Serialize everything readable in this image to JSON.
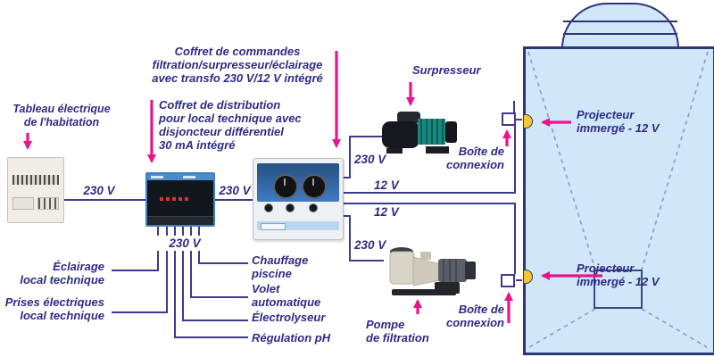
{
  "colors": {
    "text": "#2f2a85",
    "accent_pink": "#e9148d",
    "wire": "#3d3a8f",
    "pool_fill": "#cfe7f8",
    "pool_border": "#2f3577",
    "dashed_line": "#8d99c4",
    "light_yellow": "#f6c62e"
  },
  "source_panel": {
    "label": "Tableau électrique\nde l'habitation"
  },
  "command_box": {
    "label": "Coffret de commandes\nfiltration/surpresseur/éclairage\navec transfo 230 V/12 V intégré"
  },
  "distribution_box": {
    "label": "Coffret de distribution\npour local technique avec\ndisjoncteur différentiel\n30 mA intégré"
  },
  "equipment": {
    "surpresseur": "Surpresseur",
    "pompe_filtration": "Pompe\nde filtration",
    "boite_connexion_top": "Boîte de\nconnexion",
    "boite_connexion_bottom": "Boîte de\nconnexion",
    "projecteur_top": "Projecteur\nimmergé - 12 V",
    "projecteur_bottom": "Projecteur\nimmergé - 12 V"
  },
  "circuits": {
    "eclairage": "Éclairage\nlocal technique",
    "prises": "Prises électriques\nlocal technique",
    "chauffage": "Chauffage\npiscine",
    "volet": "Volet\nautomatique",
    "electrolyseur": "Électrolyseur",
    "regulation_ph": "Régulation pH"
  },
  "voltages": {
    "mains_in": "230 V",
    "mains_link": "230 V",
    "dist_out": "230 V",
    "surpresseur": "230 V",
    "light_top": "12 V",
    "light_bottom": "12 V",
    "pompe": "230 V"
  }
}
